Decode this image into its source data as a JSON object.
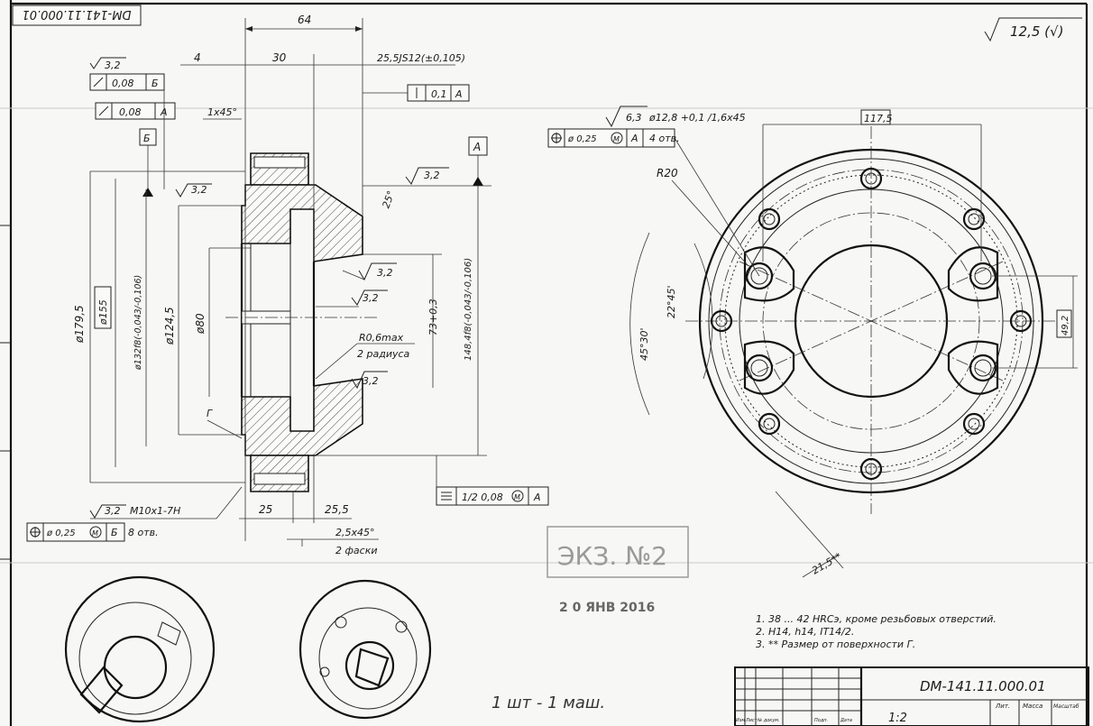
{
  "drawing_number": "DM-141.11.000.01",
  "drawing_number_rotated": "DM-141.11.000.01",
  "general_roughness": "12,5 (√)",
  "flange": {
    "dim_64": "64",
    "dim_30": "30",
    "dim_4": "4",
    "dim_tol": "25,5JS12(±0,105)",
    "rough_32": "3,2",
    "runout_1": "0,08",
    "runout_1_datum": "Б",
    "runout_2": "0,08",
    "runout_2_datum": "А",
    "chamfer_1x45": "1x45°",
    "datum_b": "Б",
    "datum_a": "А",
    "perp_tol": "0,1",
    "perp_datum": "А",
    "angle_25": "25°",
    "dia_1795": "ø179,5",
    "dia_155": "ø155",
    "dia_132": "ø132f8(-0,043/-0,106)",
    "dia_1245": "ø124,5",
    "dia_80": "ø80",
    "dia_73": "73+0,3",
    "dia_1484": "148,4f8(-0,043/-0,106)",
    "r06": "R0,6max",
    "two_radii": "2 радиуса",
    "label_g": "Г",
    "dim_25": "25",
    "dim_255": "25,5",
    "chamfer_25": "2,5x45°",
    "two_chamfers": "2 фаски",
    "sym_tol": "1/2 0,08",
    "sym_tol_m": "M",
    "sym_datum": "А",
    "thread": "M10x1-7H",
    "pos_tol_thread": "ø 0,25",
    "pos_tol_thread_m": "M",
    "pos_tol_thread_datum": "Б",
    "thread_count": "8 отв."
  },
  "plan": {
    "rough_63": "6,3",
    "hole_spec": "ø12,8 +0,1 /1,6x45",
    "pos_tol": "ø 0,25",
    "pos_tol_m": "M",
    "pos_datum": "А",
    "hole_count": "4 отв.",
    "dim_1175": "117,5",
    "r20": "R20",
    "angle_2245": "22°45'",
    "angle_4530": "45°30'",
    "dim_492": "49,2",
    "dim_215": "21,5**"
  },
  "stamp": {
    "text": "ЭКЗ. №2",
    "date": "2 0 ЯНВ 2016"
  },
  "notes": [
    "1. 38 ... 42 HRCэ, кроме резьбовых отверстий.",
    "2. H14, h14, IT14/2.",
    "3. ** Размер от поверхности Г."
  ],
  "title_block": {
    "number": "DM-141.11.000.01",
    "col_izm": "Изм",
    "col_list": "Лист",
    "col_doc": "№ докум.",
    "col_sign": "Подп.",
    "col_date": "Дата",
    "col_lit": "Лит.",
    "col_mass": "Масса",
    "col_scale": "Масштаб",
    "value_scale": "1:2"
  },
  "handwriting": "1 шт - 1 маш."
}
